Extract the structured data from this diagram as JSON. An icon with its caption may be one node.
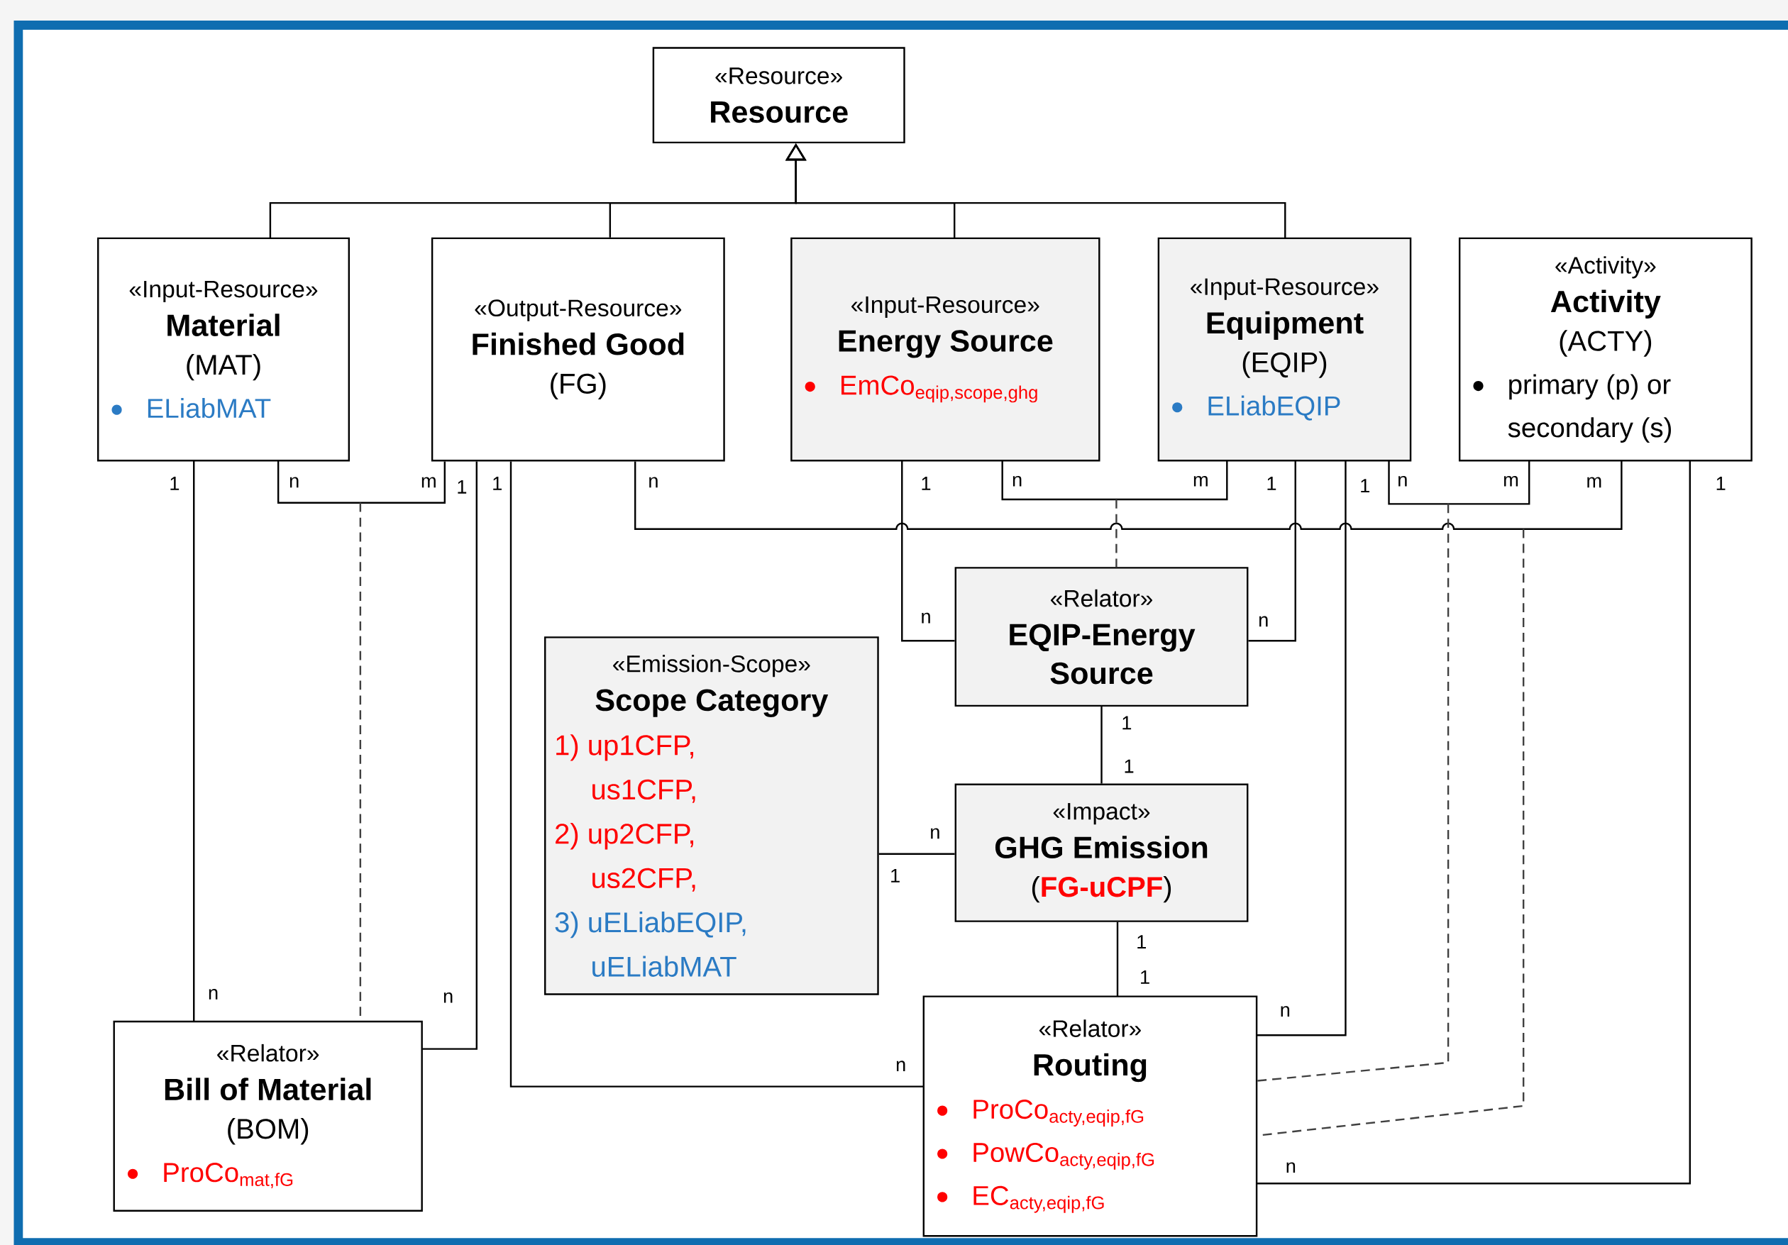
{
  "diagram": {
    "nodes": [
      {
        "text": [
          "«Resource»",
          "Resource"
        ]
      },
      {
        "text": [
          "«Input-Resource»",
          "Material",
          "(MAT)",
          "ELiabMAT"
        ]
      },
      {
        "text": [
          "«Output-Resource»",
          "Finished Good",
          "(FG)"
        ]
      },
      {
        "text": [
          "«Input-Resource»",
          "Energy Source",
          "\\text{EmCo}_{\\text{eqip,scope,ghg}}"
        ]
      },
      {
        "text": [
          "«Input-Resource»",
          "Equipment",
          "(EQIP)",
          "ELiabEQIP"
        ]
      },
      {
        "text": [
          "«Activity»",
          "Activity",
          "(ACTY)",
          "primary (p) or secondary (s)"
        ]
      },
      {
        "text": [
          "«Relator»",
          "EQIP-Energy Source"
        ]
      },
      {
        "text": [
          "«Emission-Scope»",
          "Scope Category",
          "1) up1CFP, us1CFP,",
          "2) up2CFP, us2CFP,",
          "3) uELiabEQIP, uELiabMAT"
        ]
      },
      {
        "text": [
          "«Impact»",
          "GHG Emission",
          "(**FG-uCPF**)"
        ]
      },
      {
        "text": [
          "«Relator»",
          "Bill of Material",
          "(BOM)",
          "\\text{ProCo}_{\\text{mat,fG}}"
        ]
      },
      {
        "text": [
          "«Relator»",
          "Routing",
          "\\text{ProCo}_{\\text{acty,eqip,fG}}",
          "\\text{PowCo}_{\\text{acty,eqip,fG}}",
          "\\text{EC}_{\\text{acty,eqip,fG}}"
        ]
      }
    ],
    "edges": [
      {
        "from": 1,
        "to": 0,
        "arrow": "to"
      },
      {
        "from": 2,
        "to": 0,
        "arrow": "to"
      },
      {
        "from": 3,
        "to": 0,
        "arrow": "to"
      },
      {
        "from": 4,
        "to": 0,
        "arrow": "to"
      },
      {
        "from": 1,
        "to": 9,
        "arrow": "none"
      },
      {
        "from": 1,
        "to": 2,
        "arrow": "none"
      },
      {
        "from": null,
        "to": 9,
        "arrow": "none",
        "style": "dashed"
      },
      {
        "from": 2,
        "to": 9,
        "arrow": "none"
      },
      {
        "from": 2,
        "to": 10,
        "arrow": "none"
      },
      {
        "from": 2,
        "to": 5,
        "arrow": "none"
      },
      {
        "from": 3,
        "to": 6,
        "arrow": "none"
      },
      {
        "from": 3,
        "to": 4,
        "arrow": "none"
      },
      {
        "from": null,
        "to": 6,
        "arrow": "none",
        "style": "dashed"
      },
      {
        "from": 4,
        "to": 6,
        "arrow": "none"
      },
      {
        "from": 4,
        "to": 10,
        "arrow": "none"
      },
      {
        "from": 4,
        "to": 5,
        "arrow": "none"
      },
      {
        "from": null,
        "to": 10,
        "arrow": "none",
        "style": "dashed"
      },
      {
        "from": null,
        "to": 10,
        "arrow": "none",
        "style": "dashed"
      },
      {
        "from": 6,
        "to": 8,
        "arrow": "none"
      },
      {
        "from": 7,
        "to": 8,
        "arrow": "none"
      },
      {
        "from": 8,
        "to": 10,
        "arrow": "none"
      },
      {
        "from": 5,
        "to": 10,
        "arrow": "none"
      }
    ],
    "labels": [
      "1",
      "n",
      "m",
      "1",
      "1",
      "n",
      "1",
      "n",
      "m",
      "1",
      "1",
      "n",
      "m",
      "m",
      "1",
      "n",
      "n",
      "1",
      "1",
      "n",
      "1",
      "1",
      "1",
      "n",
      "n",
      "n",
      "n",
      "n"
    ]
  }
}
